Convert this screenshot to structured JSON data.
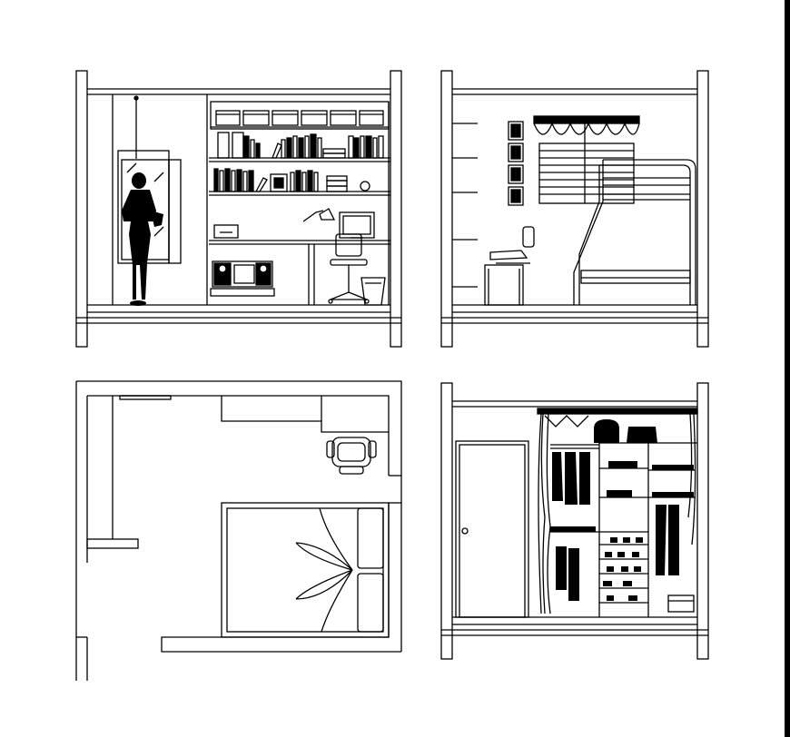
{
  "drawing": {
    "panels": [
      {
        "id": "elevation-study-wall",
        "kind": "elevation"
      },
      {
        "id": "elevation-bunk-bed-wall",
        "kind": "elevation"
      },
      {
        "id": "floor-plan-bedroom",
        "kind": "plan"
      },
      {
        "id": "elevation-closet-wall",
        "kind": "elevation"
      }
    ]
  },
  "colors": {
    "line": "#000000",
    "fill_solid": "#000000",
    "background": "#ffffff",
    "right_border": "#000000"
  }
}
